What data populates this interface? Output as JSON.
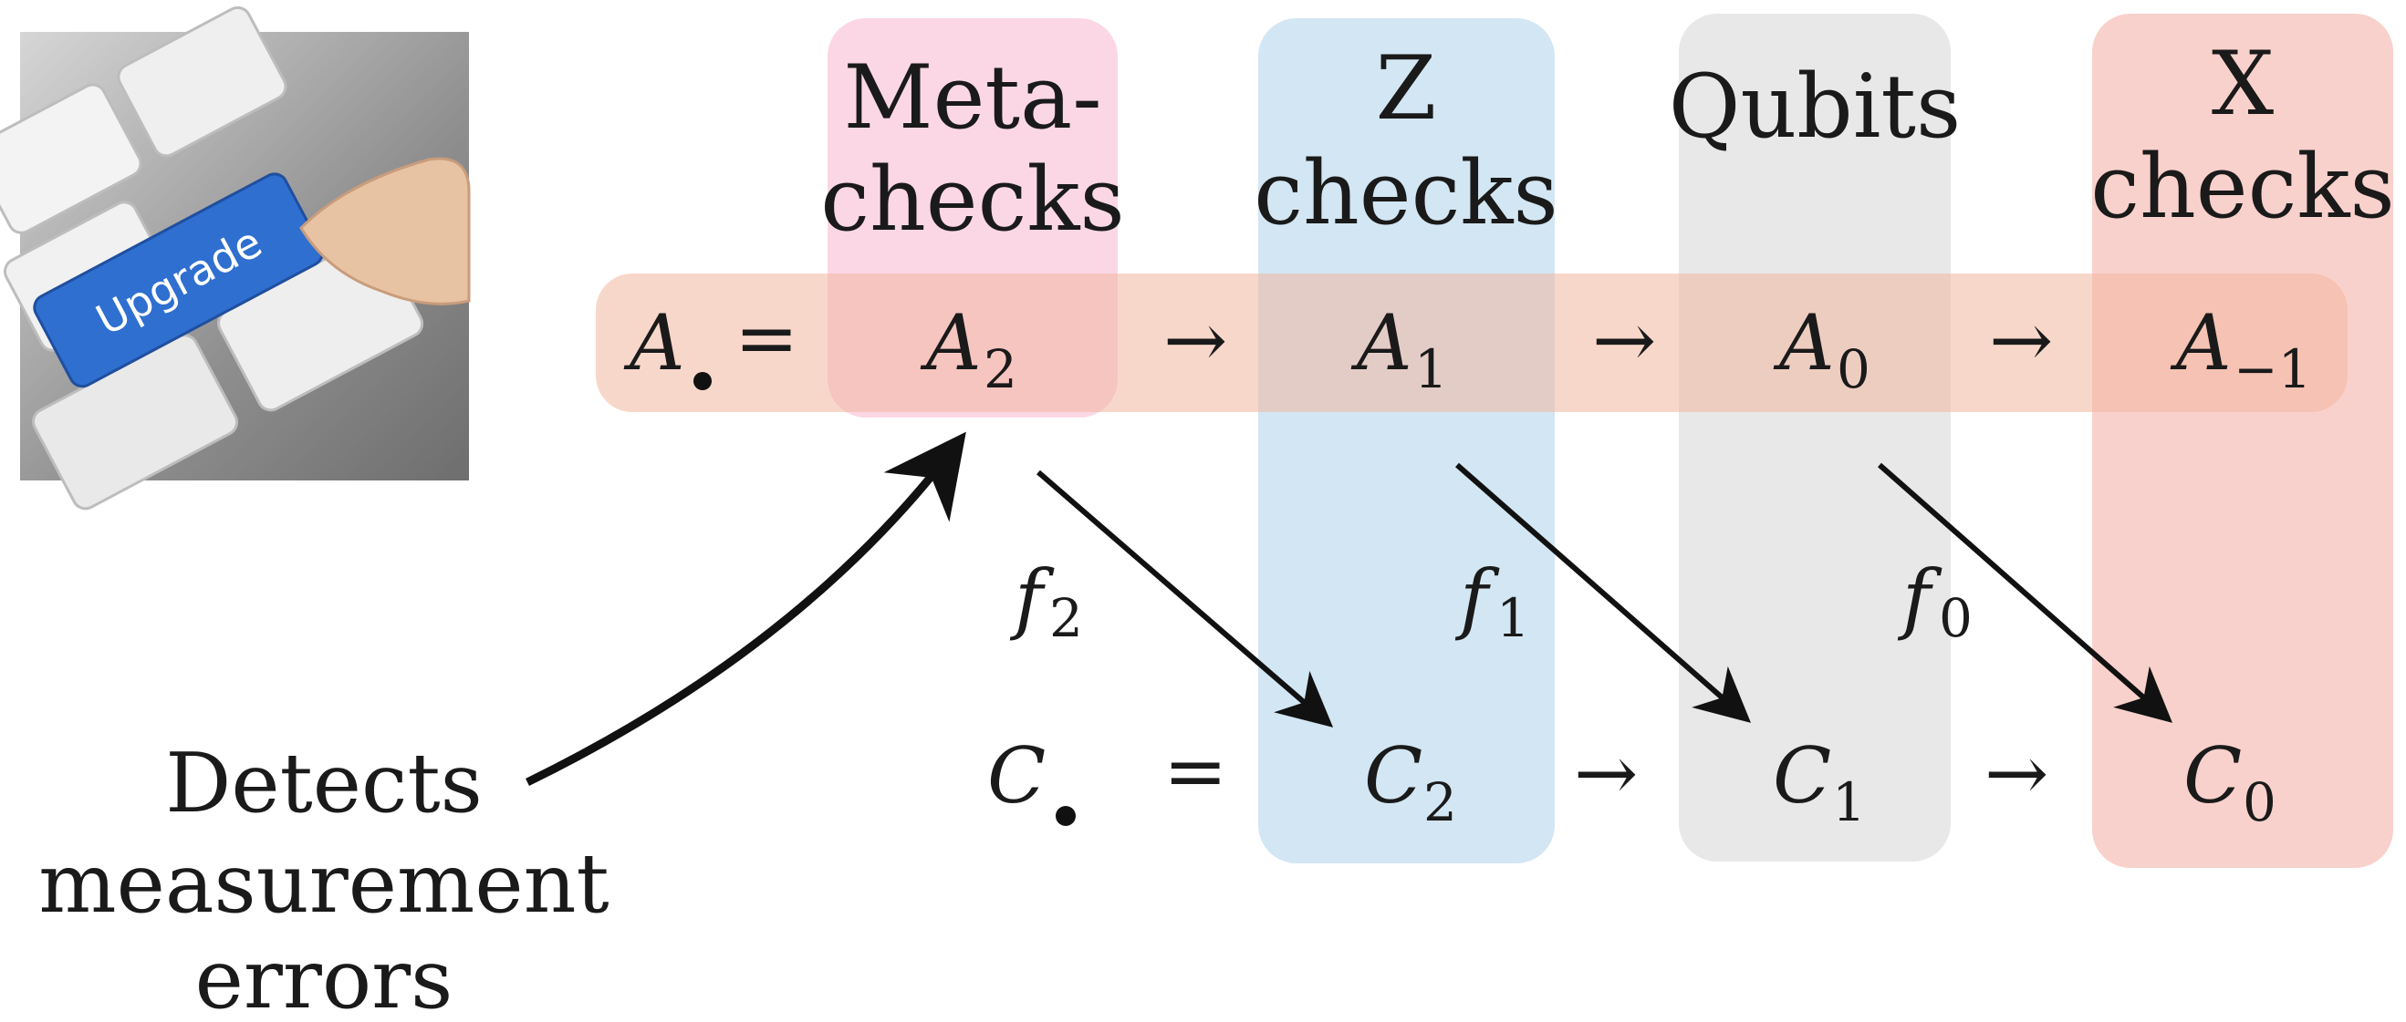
{
  "image": {
    "button_label": "Upgrade",
    "description_icon": "keyboard-upgrade-key-icon"
  },
  "columns": [
    {
      "line1": "Meta-",
      "line2": "checks"
    },
    {
      "line1": "Z",
      "line2": "checks"
    },
    {
      "line1": "Qubits",
      "line2": ""
    },
    {
      "line1": "X",
      "line2": "checks"
    }
  ],
  "colors": {
    "metachecks": "#fbd7e6",
    "zchecks": "#d3e6f3",
    "qubits": "#e8e8e8",
    "xchecks": "#f9d1cc",
    "chain_band": "#f6c8b5"
  },
  "chain_A": {
    "lhs": "A",
    "equals": "=",
    "terms": [
      {
        "base": "A",
        "sub": "2"
      },
      {
        "base": "A",
        "sub": "1"
      },
      {
        "base": "A",
        "sub": "0"
      },
      {
        "base": "A",
        "sub": "−1"
      }
    ],
    "arrow": "→"
  },
  "chain_C": {
    "lhs": "C",
    "equals": "=",
    "terms": [
      {
        "base": "C",
        "sub": "2"
      },
      {
        "base": "C",
        "sub": "1"
      },
      {
        "base": "C",
        "sub": "0"
      }
    ],
    "arrow": "→"
  },
  "maps": [
    {
      "base": "f",
      "sub": "2"
    },
    {
      "base": "f",
      "sub": "1"
    },
    {
      "base": "f",
      "sub": "0"
    }
  ],
  "annotation": {
    "line1": "Detects",
    "line2": "measurement",
    "line3": "errors"
  }
}
